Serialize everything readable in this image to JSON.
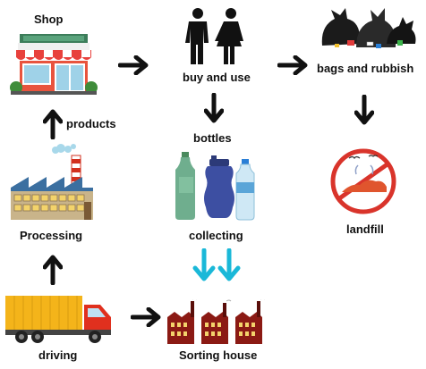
{
  "labels": {
    "shop": "Shop",
    "buy_and_use": "buy and use",
    "bags_and_rubbish": "bags and rubbish",
    "products": "products",
    "bottles": "bottles",
    "processing": "Processing",
    "collecting": "collecting",
    "landfill": "landfill",
    "driving": "driving",
    "sorting_house": "Sorting house"
  },
  "colors": {
    "arrow": "#111111",
    "collect_arrow": "#1ab8d8",
    "factory_red": "#8b1a14",
    "truck_yellow": "#f4b41a",
    "truck_red": "#e0301e",
    "landfill_ring": "#d9342b",
    "shop_awning": "#e8413c"
  },
  "icons": [
    "shop-icon",
    "people-icon",
    "rubbish-bags-icon",
    "factory-icon",
    "bottles-icon",
    "landfill-icon",
    "truck-icon",
    "sorting-house-icon"
  ]
}
